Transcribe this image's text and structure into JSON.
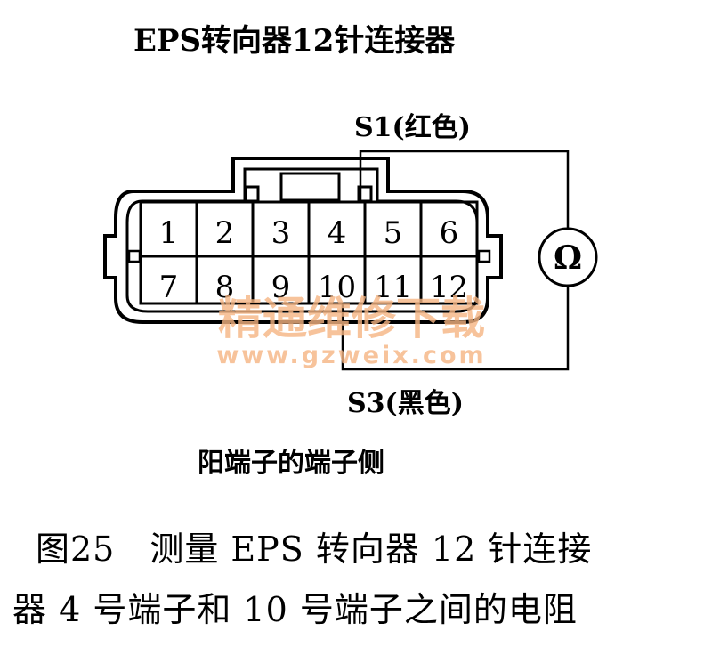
{
  "title": "EPS转向器12针连接器",
  "probe_s1": "S1(红色)",
  "probe_s3": "S3(黑色)",
  "meter_symbol": "Ω",
  "side_label": "阳端子的端子侧",
  "pins": {
    "row1": [
      "1",
      "2",
      "3",
      "4",
      "5",
      "6"
    ],
    "row2": [
      "7",
      "8",
      "9",
      "10",
      "11",
      "12"
    ]
  },
  "watermark": {
    "name": "精通维修下载",
    "url": "www.gzweix.com",
    "color": "#f5b482"
  },
  "caption": {
    "line1": "图25　测量 EPS 转向器 12 针连接",
    "line2": "器 4 号端子和 10 号端子之间的电阻"
  }
}
